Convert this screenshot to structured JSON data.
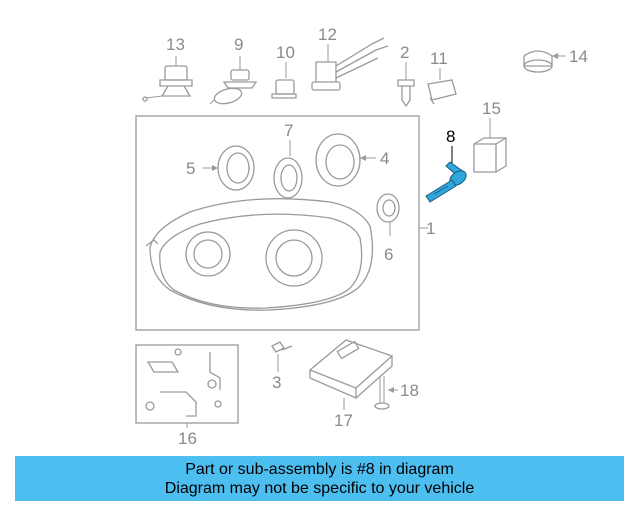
{
  "callouts": {
    "c1": "1",
    "c2": "2",
    "c3": "3",
    "c4": "4",
    "c5": "5",
    "c6": "6",
    "c7": "7",
    "c8": "8",
    "c9": "9",
    "c10": "10",
    "c11": "11",
    "c12": "12",
    "c13": "13",
    "c14": "14",
    "c15": "15",
    "c16": "16",
    "c17": "17",
    "c18": "18"
  },
  "highlight_color": "#2fa6dc",
  "banner": {
    "line1": "Part or sub-assembly is #8 in diagram",
    "line2": "Diagram may not be specific to your vehicle",
    "color": "#4dbef0"
  }
}
